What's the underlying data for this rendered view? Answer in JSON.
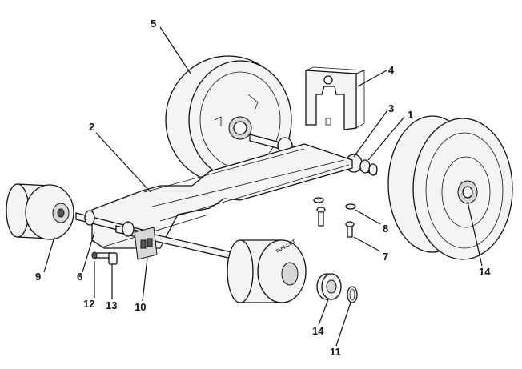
{
  "callouts": [
    {
      "id": "c1",
      "label": "1"
    },
    {
      "id": "c2",
      "label": "2"
    },
    {
      "id": "c3",
      "label": "3"
    },
    {
      "id": "c4",
      "label": "4"
    },
    {
      "id": "c5",
      "label": "5"
    },
    {
      "id": "c6",
      "label": "6"
    },
    {
      "id": "c7",
      "label": "7"
    },
    {
      "id": "c8",
      "label": "8"
    },
    {
      "id": "c9",
      "label": "9"
    },
    {
      "id": "c10",
      "label": "10"
    },
    {
      "id": "c11",
      "label": "11"
    },
    {
      "id": "c12",
      "label": "12"
    },
    {
      "id": "c13",
      "label": "13"
    },
    {
      "id": "c14a",
      "label": "14"
    },
    {
      "id": "c14b",
      "label": "14"
    }
  ],
  "roller_marking": "SUN-CUT"
}
